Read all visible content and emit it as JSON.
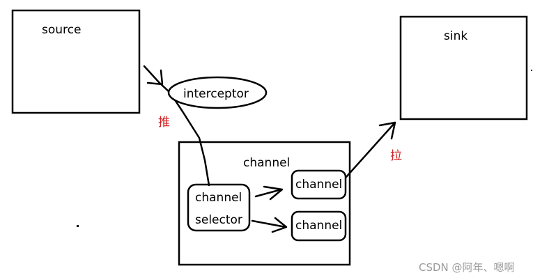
{
  "diagram": {
    "source_label": "source",
    "sink_label": "sink",
    "interceptor_label": "interceptor",
    "channel_label": "channel",
    "selector_line1": "channel",
    "selector_line2": "selector",
    "inner_channel_1_label": "channel",
    "inner_channel_2_label": "channel",
    "push_label": "推",
    "pull_label": "拉",
    "push_color": "#d42020",
    "pull_color": "#d42020"
  },
  "watermark": "CSDN @阿年、嗯啊"
}
